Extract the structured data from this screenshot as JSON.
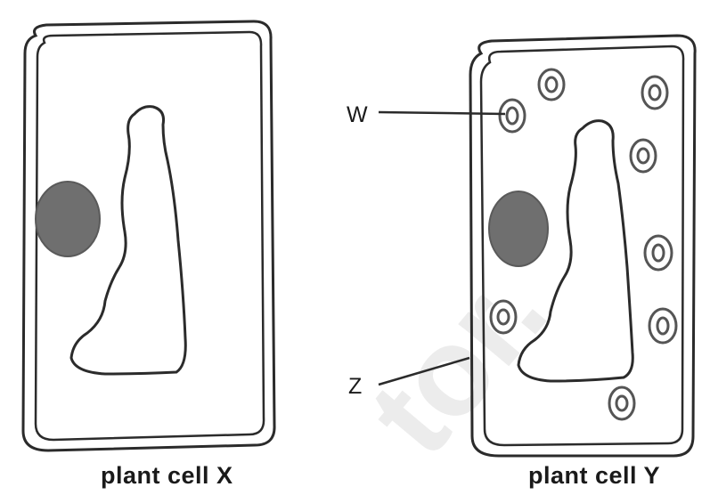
{
  "figure": {
    "cells": [
      {
        "caption": "plant cell X"
      },
      {
        "caption": "plant cell Y"
      }
    ],
    "pointer_labels": {
      "w": "W",
      "z": "Z"
    }
  },
  "colors": {
    "outline": "#2b2b2b",
    "nucleus": "#6f6f6f",
    "chloroplast": "#555555",
    "watermark": "#e9e9e9"
  }
}
